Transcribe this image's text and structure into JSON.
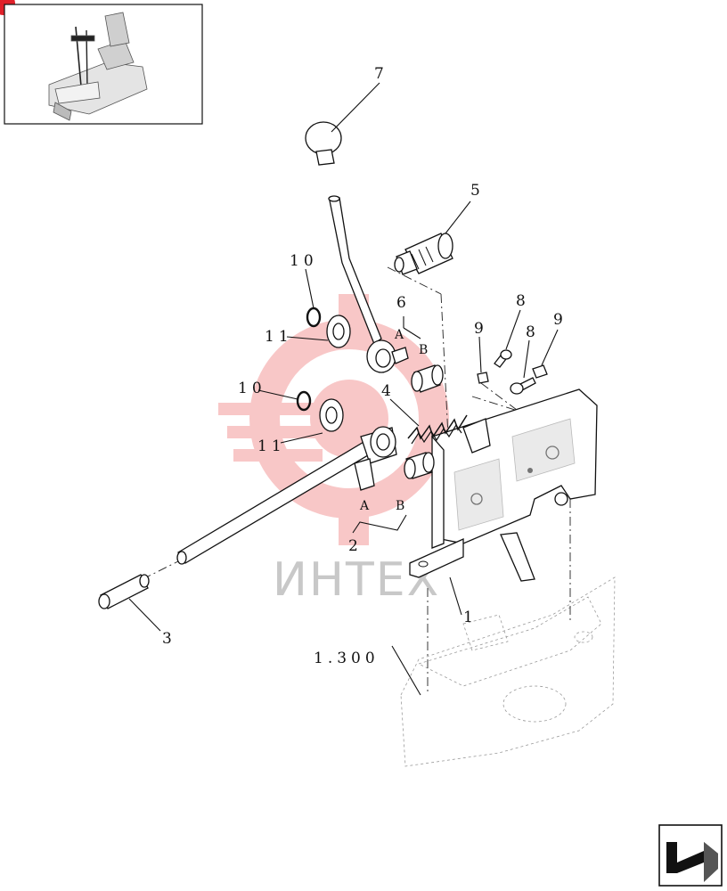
{
  "callouts": {
    "p1": "1",
    "p2": "2",
    "p3": "3",
    "p4": "4",
    "p5": "5",
    "p6": "6",
    "p7": "7",
    "p8a": "8",
    "p8b": "8",
    "p9a": "9",
    "p9b": "9",
    "p10a": "10",
    "p10b": "10",
    "p11a": "11",
    "p11b": "11",
    "a_upper": "A",
    "b_upper": "B",
    "a_lower": "A",
    "b_lower": "B",
    "reference": "1.300"
  },
  "watermark": {
    "text": "ИНТЕХ",
    "color": "#e8393a"
  },
  "icons": {
    "nav": "arrow-next-icon",
    "thumbnail": "machine-seat-thumbnail"
  }
}
